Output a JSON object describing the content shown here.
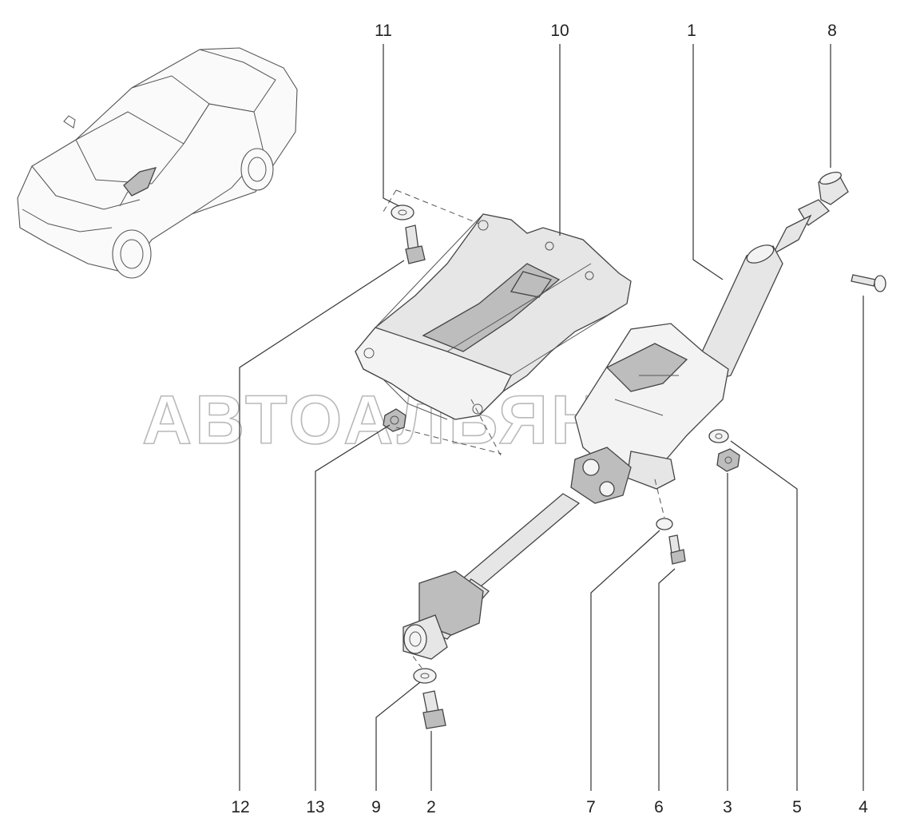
{
  "diagram": {
    "callouts": {
      "p1": "1",
      "p2": "2",
      "p3": "3",
      "p4": "4",
      "p5": "5",
      "p6": "6",
      "p7": "7",
      "p8": "8",
      "p9": "9",
      "p10": "10",
      "p11": "11",
      "p12": "12",
      "p13": "13"
    },
    "watermark": "АВТОАЛЬЯНС",
    "colors": {
      "line": "#444444",
      "fill": "#e6e6e6",
      "shade": "#bdbdbd",
      "watermark": "#b9b9b9"
    }
  }
}
